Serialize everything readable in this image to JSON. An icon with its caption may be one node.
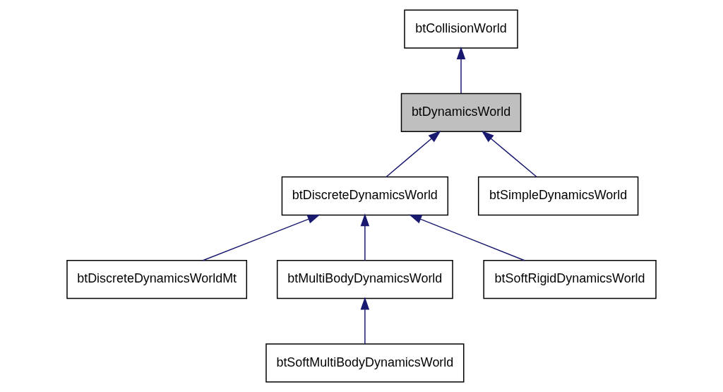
{
  "diagram": {
    "nodes": [
      {
        "text": [
          "btCollisionWorld"
        ]
      },
      {
        "text": [
          "btDynamicsWorld"
        ]
      },
      {
        "text": [
          "btDiscreteDynamicsWorld"
        ]
      },
      {
        "text": [
          "btSimpleDynamicsWorld"
        ]
      },
      {
        "text": [
          "btDiscreteDynamicsWorldMt"
        ]
      },
      {
        "text": [
          "btMultiBodyDynamicsWorld"
        ]
      },
      {
        "text": [
          "btSoftRigidDynamicsWorld"
        ]
      },
      {
        "text": [
          "btSoftMultiBodyDynamicsWorld"
        ]
      }
    ],
    "edges": [
      {
        "from": 1,
        "to": 0,
        "arrow": "to"
      },
      {
        "from": 2,
        "to": 1,
        "arrow": "to"
      },
      {
        "from": 3,
        "to": 1,
        "arrow": "to"
      },
      {
        "from": 4,
        "to": 2,
        "arrow": "to"
      },
      {
        "from": 5,
        "to": 2,
        "arrow": "to"
      },
      {
        "from": 6,
        "to": 2,
        "arrow": "to"
      },
      {
        "from": 7,
        "to": 5,
        "arrow": "to"
      }
    ]
  }
}
